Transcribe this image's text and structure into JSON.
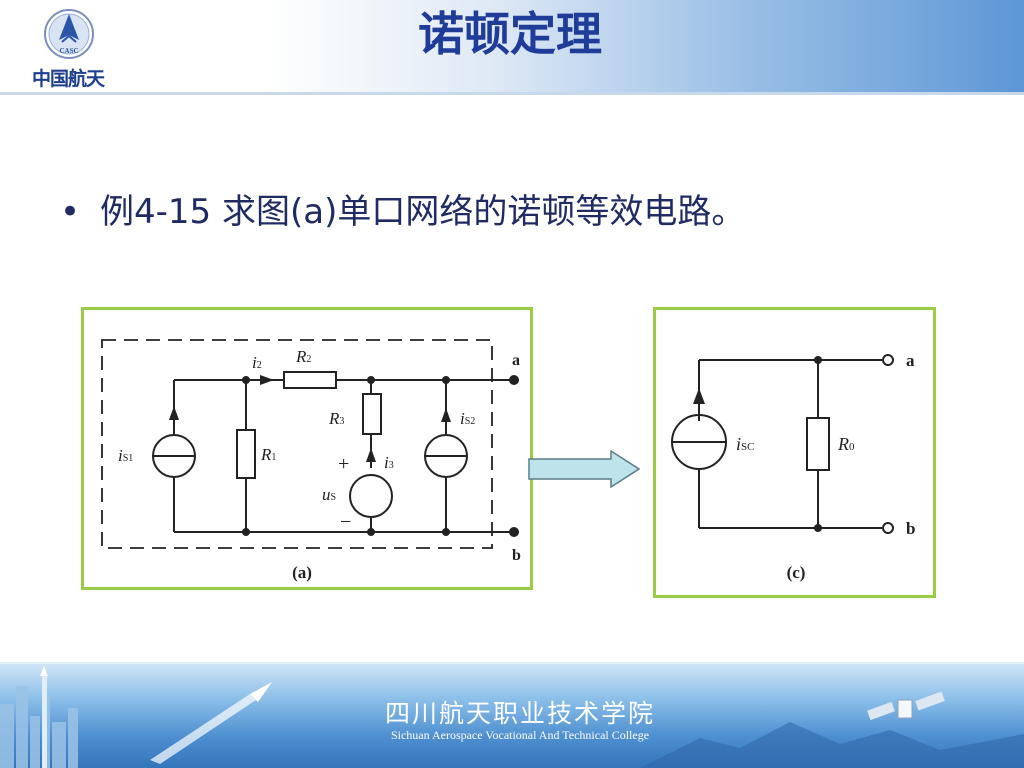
{
  "header": {
    "title": "诺顿定理",
    "logo_badge": "CASC",
    "logo_text": "中国航天",
    "accent_color": "#1f3c98"
  },
  "content": {
    "bullet_symbol": "•",
    "bullet_text": "例4-15  求图(a)单口网络的诺顿等效电路。"
  },
  "figure_a": {
    "caption": "(a)",
    "terminal_a": "a",
    "terminal_b": "b",
    "labels": {
      "i_s1": "i",
      "i_s1_sub": "S1",
      "r1": "R",
      "r1_sub": "1",
      "i2": "i",
      "i2_sub": "2",
      "r2": "R",
      "r2_sub": "2",
      "r3": "R",
      "r3_sub": "3",
      "i3": "i",
      "i3_sub": "3",
      "us": "u",
      "us_sub": "S",
      "plus": "+",
      "minus": "−",
      "i_s2": "i",
      "i_s2_sub": "S2"
    }
  },
  "figure_c": {
    "caption": "(c)",
    "terminal_a": "a",
    "terminal_b": "b",
    "labels": {
      "i_sc": "i",
      "i_sc_sub": "SC",
      "r0": "R",
      "r0_sub": "0"
    }
  },
  "footer": {
    "school_cn": "四川航天职业技术学院",
    "school_en": "Sichuan Aerospace Vocational And Technical College"
  },
  "colors": {
    "panel_border": "#9bcc45",
    "arrow_fill": "#bfe3ea",
    "footer_blue": "#3475bb"
  }
}
